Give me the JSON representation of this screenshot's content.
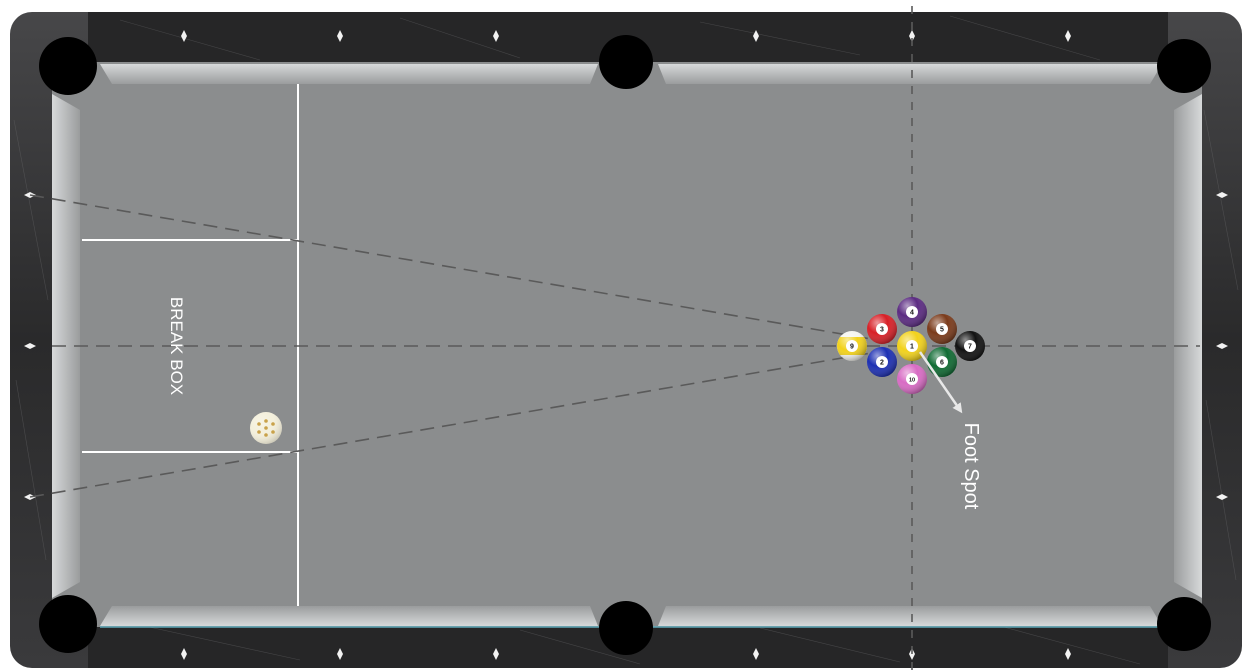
{
  "labels": {
    "break_box": "BREAK BOX",
    "foot_spot": "Foot Spot"
  },
  "colors": {
    "rail": "#2b2b2c",
    "rail_light": "#3d3d3f",
    "cushion": "#b9bbbc",
    "cloth": "#8b8d8e",
    "line": "#ffffff",
    "guide": "#5a5a5a",
    "pocket": "#000000"
  },
  "balls": [
    {
      "id": "ball-1",
      "number": "1",
      "color": "#f2d21b",
      "stripe": false
    },
    {
      "id": "ball-2",
      "number": "2",
      "color": "#1c2fb3",
      "stripe": false
    },
    {
      "id": "ball-3",
      "number": "3",
      "color": "#d81f26",
      "stripe": false
    },
    {
      "id": "ball-4",
      "number": "4",
      "color": "#5b2a82",
      "stripe": false
    },
    {
      "id": "ball-5",
      "number": "5",
      "color": "#7a3a1a",
      "stripe": false
    },
    {
      "id": "ball-6",
      "number": "6",
      "color": "#0f6b33",
      "stripe": false
    },
    {
      "id": "ball-7",
      "number": "7",
      "color": "#111111",
      "stripe": false
    },
    {
      "id": "ball-9",
      "number": "9",
      "color": "#f2d21b",
      "stripe": true
    },
    {
      "id": "ball-10",
      "number": "10",
      "color": "#d86bc4",
      "stripe": false
    }
  ],
  "cue_ball": {
    "color": "#f4f0dc"
  }
}
